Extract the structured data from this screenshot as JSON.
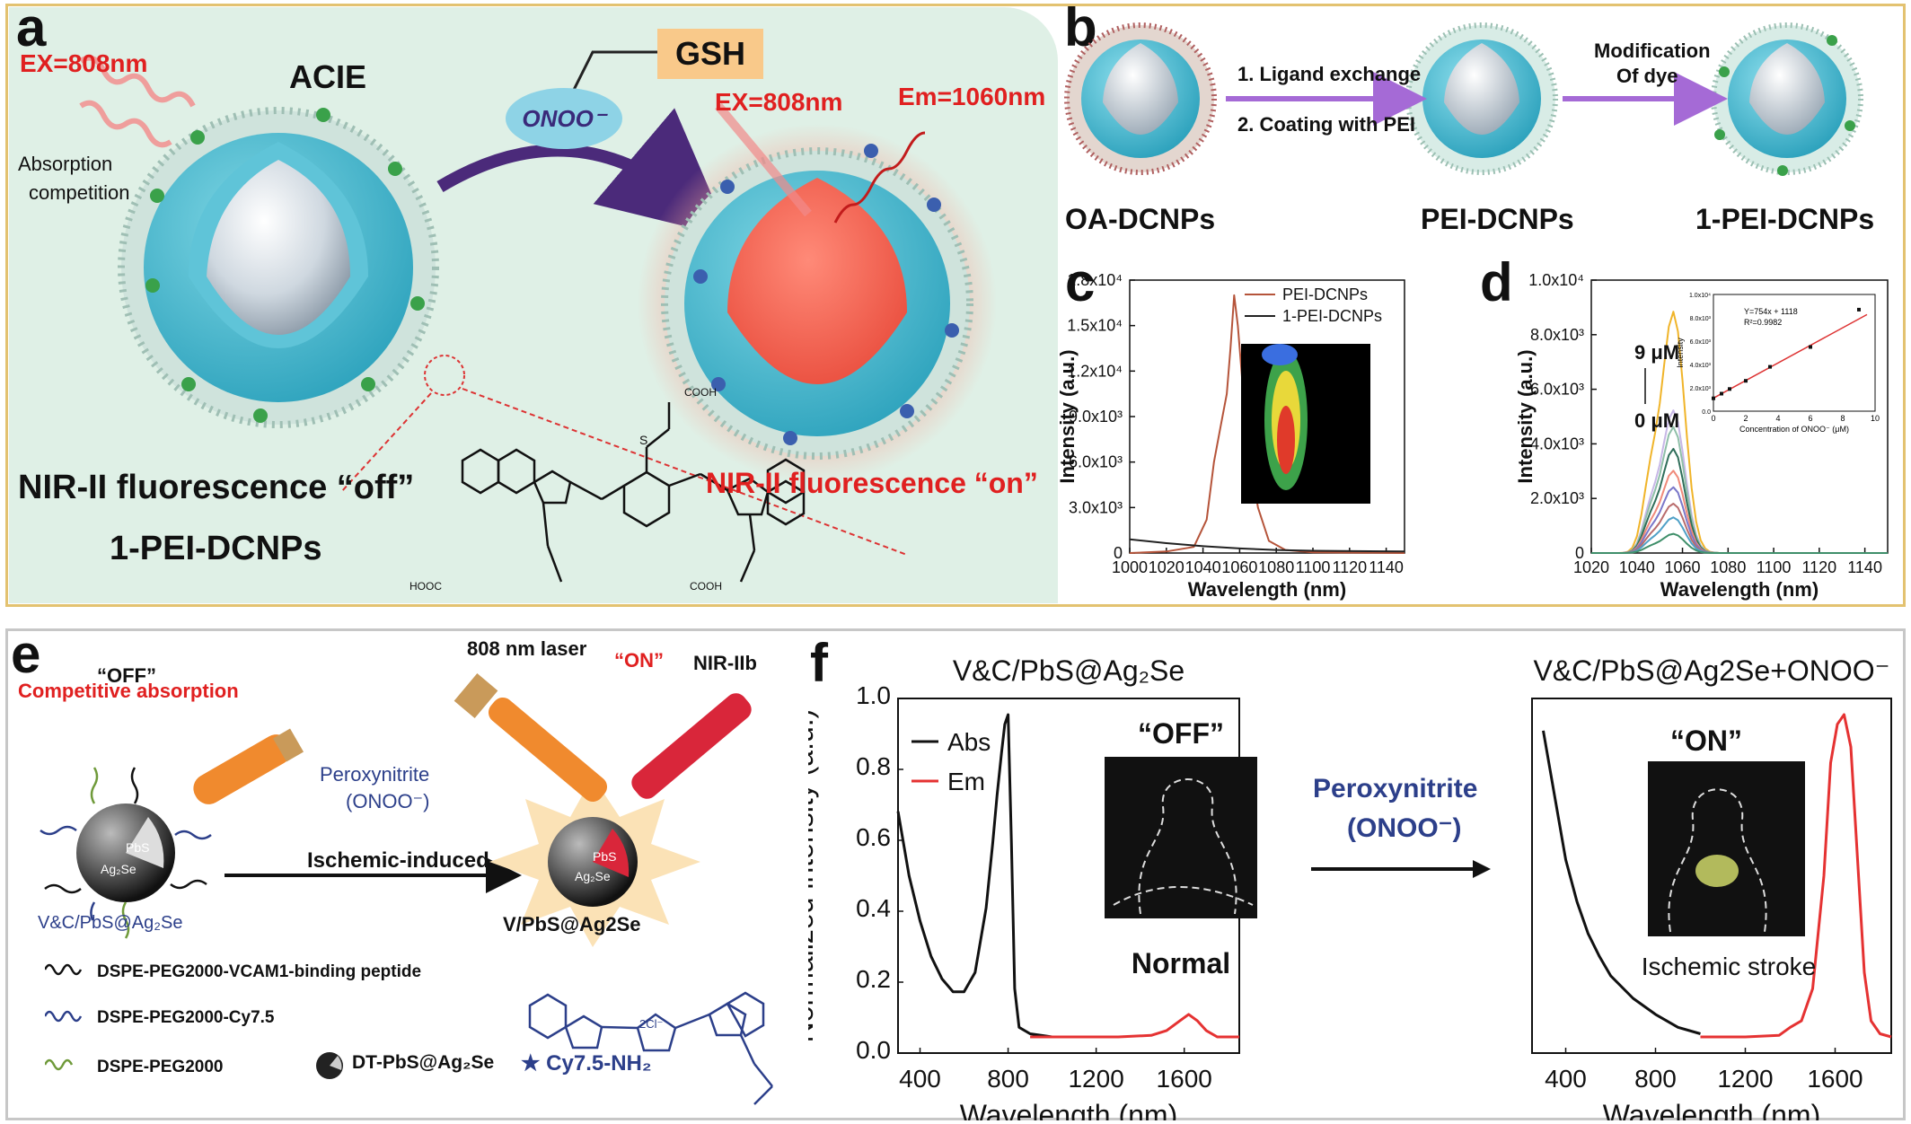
{
  "labels": {
    "a": "a",
    "b": "b",
    "c": "c",
    "d": "d",
    "e": "e",
    "f": "f"
  },
  "panel_a": {
    "ex1": "EX=808nm",
    "acie": "ACIE",
    "gsh": "GSH",
    "onoo": "ONOO⁻",
    "absorption": "Absorption",
    "competition": "competition",
    "ex2": "EX=808nm",
    "em": "Em=1060nm",
    "off": "NIR-II fluorescence “off”",
    "name": "1-PEI-DCNPs",
    "on": "NIR-II fluorescence “on”",
    "cooh_top": "COOH",
    "cooh_left": "HOOC",
    "cooh_right": "COOH",
    "s": "S"
  },
  "panel_b": {
    "step1": "1. Ligand exchange",
    "step2": "2. Coating with PEI",
    "mod1": "Modification",
    "mod2": "Of dye",
    "n1": "OA-DCNPs",
    "n2": "PEI-DCNPs",
    "n3": "1-PEI-DCNPs"
  },
  "panel_e": {
    "off": "“OFF”",
    "competitive": "Competitive absorption",
    "laser": "808 nm laser",
    "on": "“ON”",
    "nir": "NIR-IIb",
    "peroxy": "Peroxynitrite",
    "onoo": "(ONOO⁻)",
    "ischemic": "Ischemic-induced",
    "pbs": "PbS",
    "ag2se": "Ag₂Se",
    "vc": "V&C/PbS@Ag₂Se",
    "v": "V/PbS@Ag2Se",
    "leg1": "DSPE-PEG2000-VCAM1-binding peptide",
    "leg2": "DSPE-PEG2000-Cy7.5",
    "leg3": "DSPE-PEG2000",
    "leg4": "DT-PbS@Ag₂Se",
    "cy": "★ Cy7.5-NH₂",
    "cl": "2Cl⁻"
  },
  "panel_f_mid": {
    "arrow1": "Peroxynitrite",
    "arrow2": "(ONOO⁻)"
  },
  "chart_data": [
    {
      "id": "c",
      "type": "line",
      "xlabel": "Wavelength (nm)",
      "ylabel": "Intensity (a.u.)",
      "xlim": [
        1000,
        1150
      ],
      "ylim": [
        0,
        18000
      ],
      "xticks": [
        "1000",
        "1020",
        "1040",
        "1060",
        "1080",
        "1100",
        "1120",
        "1140"
      ],
      "yticks": [
        "0",
        "3.0x10³",
        "6.0x10³",
        "9.0x10³",
        "1.2x10⁴",
        "1.5x10⁴",
        "1.8x10⁴"
      ],
      "series": [
        {
          "name": "PEI-DCNPs",
          "color": "#b5543a",
          "x": [
            1000,
            1020,
            1035,
            1042,
            1046,
            1050,
            1053,
            1055,
            1057,
            1059,
            1062,
            1066,
            1070,
            1076,
            1085,
            1100,
            1150
          ],
          "y": [
            0,
            100,
            400,
            2200,
            6000,
            8600,
            10500,
            13500,
            17000,
            15000,
            10500,
            6000,
            3000,
            800,
            200,
            50,
            0
          ]
        },
        {
          "name": "1-PEI-DCNPs",
          "color": "#222222",
          "x": [
            1000,
            1020,
            1040,
            1060,
            1080,
            1100,
            1150
          ],
          "y": [
            900,
            650,
            450,
            300,
            200,
            150,
            100
          ]
        }
      ]
    },
    {
      "id": "d",
      "type": "line",
      "xlabel": "Wavelength (nm)",
      "ylabel": "Intensity (a.u.)",
      "xlim": [
        1020,
        1150
      ],
      "ylim": [
        0,
        10000
      ],
      "xticks": [
        "1020",
        "1040",
        "1060",
        "1080",
        "1100",
        "1120",
        "1140"
      ],
      "yticks": [
        "0",
        "2.0x10³",
        "4.0x10³",
        "6.0x10³",
        "8.0x10³",
        "1.0x10⁴"
      ],
      "annotations": [
        "9 μM",
        "0 μM"
      ],
      "series": [
        {
          "name": "9 μM",
          "color": "#f0b429",
          "peak": 8800
        },
        {
          "name": "",
          "color": "#c7b7e6",
          "peak": 5200
        },
        {
          "name": "",
          "color": "#8fbfa8",
          "peak": 4600
        },
        {
          "name": "",
          "color": "#2f6e5a",
          "peak": 3800
        },
        {
          "name": "",
          "color": "#f08a7a",
          "peak": 3000
        },
        {
          "name": "",
          "color": "#7a77c9",
          "peak": 2400
        },
        {
          "name": "",
          "color": "#b96c6c",
          "peak": 1800
        },
        {
          "name": "",
          "color": "#4fa0c7",
          "peak": 1300
        },
        {
          "name": "0 μM",
          "color": "#3f8f6a",
          "peak": 700
        }
      ],
      "inset": {
        "equation": "Y=754x + 1118",
        "r2": "R²=0.9982",
        "xlabel": "Concentration of ONOO⁻ (μM)",
        "ylabel": "Intensity",
        "xticks": [
          "0",
          "2",
          "4",
          "6",
          "8",
          "10"
        ],
        "yticks": [
          "0.0",
          "2.0x10³",
          "4.0x10³",
          "6.0x10³",
          "8.0x10³",
          "1.0x10⁴"
        ],
        "x": [
          0,
          0.5,
          1,
          2,
          3.5,
          6,
          9
        ],
        "y": [
          1100,
          1500,
          1900,
          2600,
          3800,
          5500,
          8700
        ]
      }
    },
    {
      "id": "f-left",
      "type": "line",
      "title": "V&C/PbS@Ag₂Se",
      "xlabel": "Wavelength (nm)",
      "ylabel": "Normalized intensity (a.u.)",
      "xlim": [
        300,
        1850
      ],
      "ylim": [
        -0.05,
        1.05
      ],
      "xticks": [
        "400",
        "800",
        "1200",
        "1600"
      ],
      "yticks": [
        "0.0",
        "0.2",
        "0.4",
        "0.6",
        "0.8",
        "1.0"
      ],
      "legend": [
        "Abs",
        "Em"
      ],
      "inset_text": [
        "“OFF”",
        "Normal"
      ],
      "series": [
        {
          "name": "Abs",
          "color": "#111111",
          "x": [
            300,
            350,
            400,
            450,
            500,
            550,
            600,
            650,
            700,
            730,
            750,
            770,
            785,
            800,
            815,
            830,
            850,
            900,
            1000
          ],
          "y": [
            0.7,
            0.5,
            0.36,
            0.25,
            0.18,
            0.14,
            0.14,
            0.2,
            0.4,
            0.6,
            0.75,
            0.88,
            0.97,
            1.0,
            0.6,
            0.15,
            0.03,
            0.01,
            0.0
          ]
        },
        {
          "name": "Em",
          "color": "#e53232",
          "x": [
            900,
            1100,
            1300,
            1450,
            1520,
            1580,
            1620,
            1660,
            1700,
            1750,
            1850
          ],
          "y": [
            0.0,
            0.0,
            0.0,
            0.005,
            0.02,
            0.05,
            0.07,
            0.05,
            0.02,
            0.0,
            0.0
          ]
        }
      ]
    },
    {
      "id": "f-right",
      "type": "line",
      "title": "V&C/PbS@Ag2Se+ONOO⁻",
      "xlabel": "Wavelength (nm)",
      "xlim": [
        250,
        1850
      ],
      "ylim": [
        -0.05,
        1.05
      ],
      "xticks": [
        "400",
        "800",
        "1200",
        "1600"
      ],
      "inset_text": [
        "“ON”",
        "Ischemic stroke"
      ],
      "series": [
        {
          "name": "Abs",
          "color": "#111111",
          "x": [
            300,
            350,
            400,
            450,
            500,
            550,
            600,
            700,
            800,
            900,
            1000
          ],
          "y": [
            0.95,
            0.75,
            0.55,
            0.42,
            0.32,
            0.25,
            0.19,
            0.12,
            0.07,
            0.03,
            0.01
          ]
        },
        {
          "name": "Em",
          "color": "#e53232",
          "x": [
            1000,
            1200,
            1350,
            1400,
            1450,
            1500,
            1550,
            1580,
            1610,
            1640,
            1670,
            1700,
            1730,
            1760,
            1800,
            1850
          ],
          "y": [
            0.0,
            0.0,
            0.005,
            0.03,
            0.05,
            0.15,
            0.5,
            0.85,
            0.97,
            1.0,
            0.9,
            0.55,
            0.2,
            0.05,
            0.01,
            0.0
          ]
        }
      ]
    }
  ]
}
